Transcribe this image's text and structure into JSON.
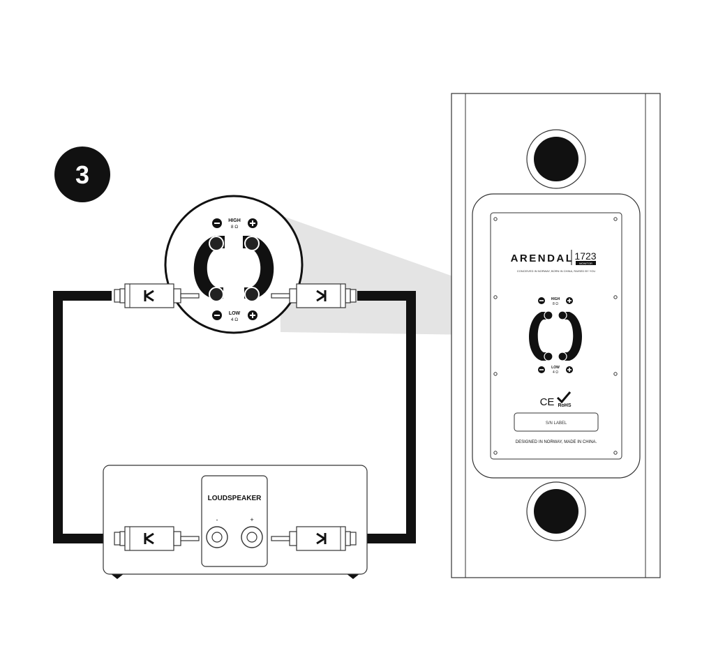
{
  "step": {
    "number": "3"
  },
  "zoom": {
    "high_label": "HIGH",
    "high_ohm": "8 Ω",
    "low_label": "LOW",
    "low_ohm": "4 Ω",
    "minus": "−",
    "plus": "+"
  },
  "amplifier": {
    "panel_label": "LOUDSPEAKER",
    "minus": "-",
    "plus": "+"
  },
  "speaker": {
    "brand": "ARENDAL",
    "model": "1723",
    "model_sub": "MONITOR",
    "tagline": "CONCEIVED IN NORWAY, BORN IN CHINA, RAISED BY YOU",
    "high_label": "HIGH",
    "high_ohm": "8 Ω",
    "low_label": "LOW",
    "low_ohm": "4 Ω",
    "ce_mark": "CE",
    "rohs": "RoHS",
    "sn_label": "S/N LABEL",
    "made_in": "DESIGNED IN NORWAY, MADE IN CHINA."
  },
  "colors": {
    "ink": "#111111",
    "cable": "#111111",
    "wedge": "#e4e4e4",
    "outline": "#333333"
  }
}
